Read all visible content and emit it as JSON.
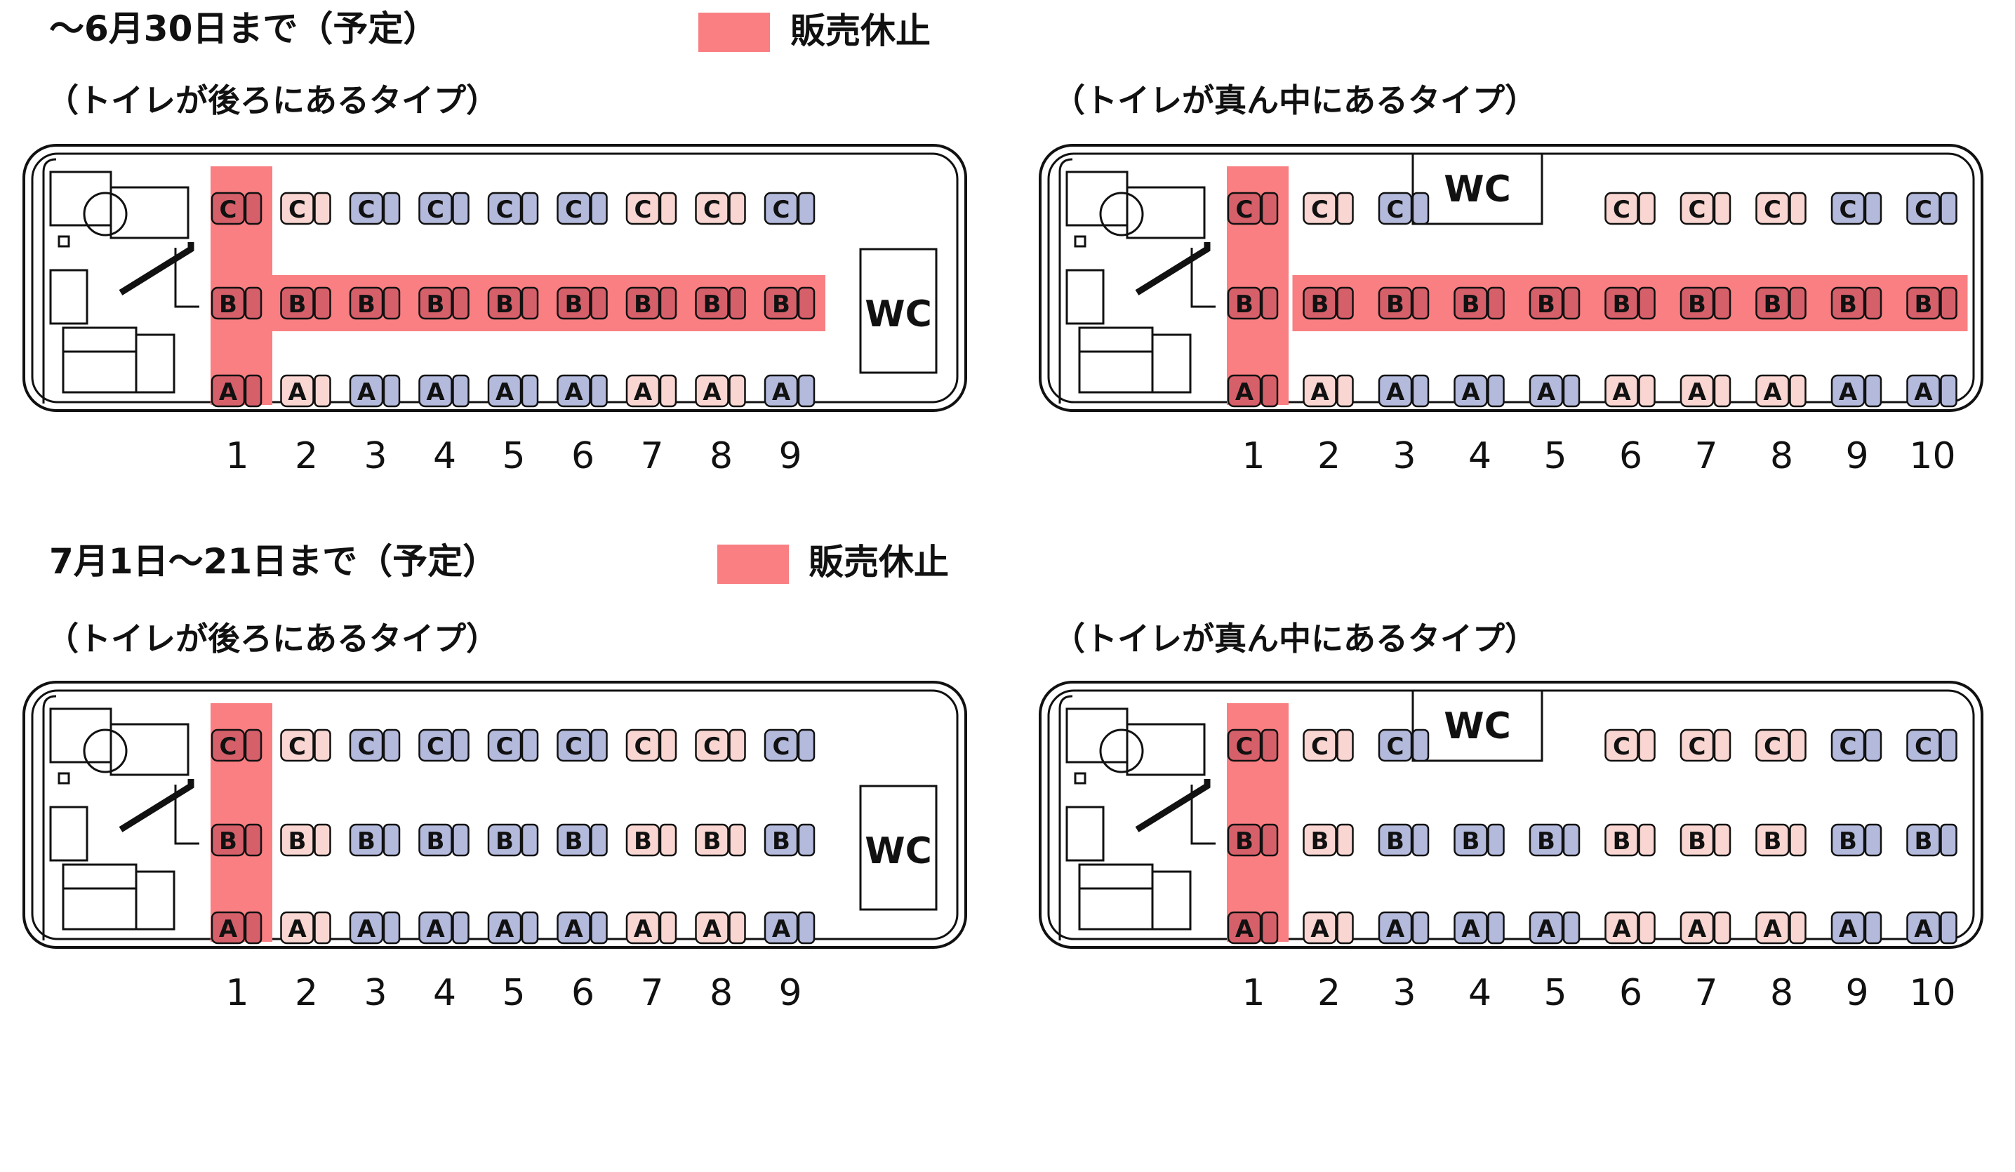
{
  "colors": {
    "suspended": "#f97f82",
    "suspended_seat": "#d6606a",
    "seat_blue": "#b4badc",
    "seat_pink": "#f9d6d1",
    "outline": "#111111"
  },
  "sections": [
    {
      "title": "〜6月30日まで（予定）",
      "legend_label": "販売休止",
      "diagrams": [
        {
          "subtitle": "（トイレが後ろにあるタイプ）",
          "type": "rear-wc",
          "wc_label": "WC",
          "row_numbers": [
            "1",
            "2",
            "3",
            "4",
            "5",
            "6",
            "7",
            "8",
            "9"
          ],
          "seat_letters": [
            "C",
            "B",
            "A"
          ],
          "suspended_col1": true,
          "suspended_b_row": true,
          "pink_columns": [
            2,
            7,
            8
          ]
        },
        {
          "subtitle": "（トイレが真ん中にあるタイプ）",
          "type": "middle-wc",
          "wc_label": "WC",
          "row_numbers": [
            "1",
            "2",
            "3",
            "4",
            "5",
            "6",
            "7",
            "8",
            "9",
            "10"
          ],
          "seat_letters": [
            "C",
            "B",
            "A"
          ],
          "suspended_col1": true,
          "suspended_b_row": true,
          "pink_columns": [
            2,
            6,
            7,
            8
          ]
        }
      ]
    },
    {
      "title": "7月1日〜21日まで（予定）",
      "legend_label": "販売休止",
      "diagrams": [
        {
          "subtitle": "（トイレが後ろにあるタイプ）",
          "type": "rear-wc",
          "wc_label": "WC",
          "row_numbers": [
            "1",
            "2",
            "3",
            "4",
            "5",
            "6",
            "7",
            "8",
            "9"
          ],
          "seat_letters": [
            "C",
            "B",
            "A"
          ],
          "suspended_col1": true,
          "suspended_b_row": false,
          "pink_columns": [
            2,
            7,
            8
          ]
        },
        {
          "subtitle": "（トイレが真ん中にあるタイプ）",
          "type": "middle-wc",
          "wc_label": "WC",
          "row_numbers": [
            "1",
            "2",
            "3",
            "4",
            "5",
            "6",
            "7",
            "8",
            "9",
            "10"
          ],
          "seat_letters": [
            "C",
            "B",
            "A"
          ],
          "suspended_col1": true,
          "suspended_b_row": false,
          "pink_columns": [
            2,
            6,
            7,
            8
          ]
        }
      ]
    }
  ]
}
